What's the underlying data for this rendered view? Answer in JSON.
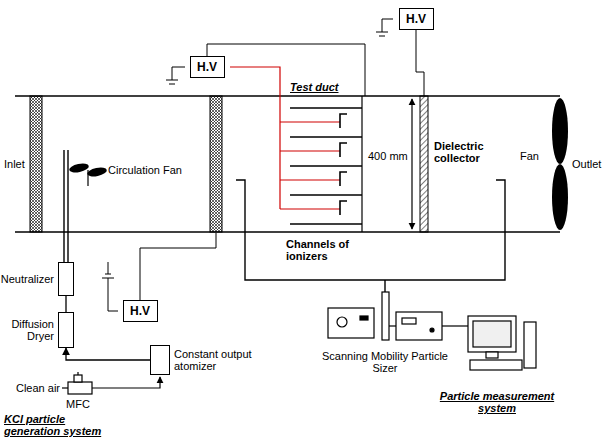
{
  "diagram": {
    "nodes": [
      {
        "text": [
          "H.V"
        ]
      },
      {
        "text": [
          "H.V"
        ]
      },
      {
        "text": [
          "Neutralizer"
        ]
      },
      {
        "text": [
          "H.V"
        ]
      },
      {
        "text": [
          "Diffusion Dryer"
        ]
      },
      {
        "text": [
          "Constant output atomizer"
        ]
      }
    ],
    "edges": [
      {
        "from": 5,
        "to": 4,
        "arrow": "to"
      },
      {
        "from": 4,
        "to": 2,
        "arrow": "none"
      }
    ],
    "labels": [
      "Inlet",
      "Outlet",
      "Fan",
      "Circulation Fan",
      "Test duct",
      "Channels of ionizers",
      "400 mm",
      "Dielectric collector",
      "Scanning Mobility Particle Sizer",
      "Particle measurement system",
      "MFC",
      "Clean air",
      "KCl particle generation system"
    ]
  }
}
